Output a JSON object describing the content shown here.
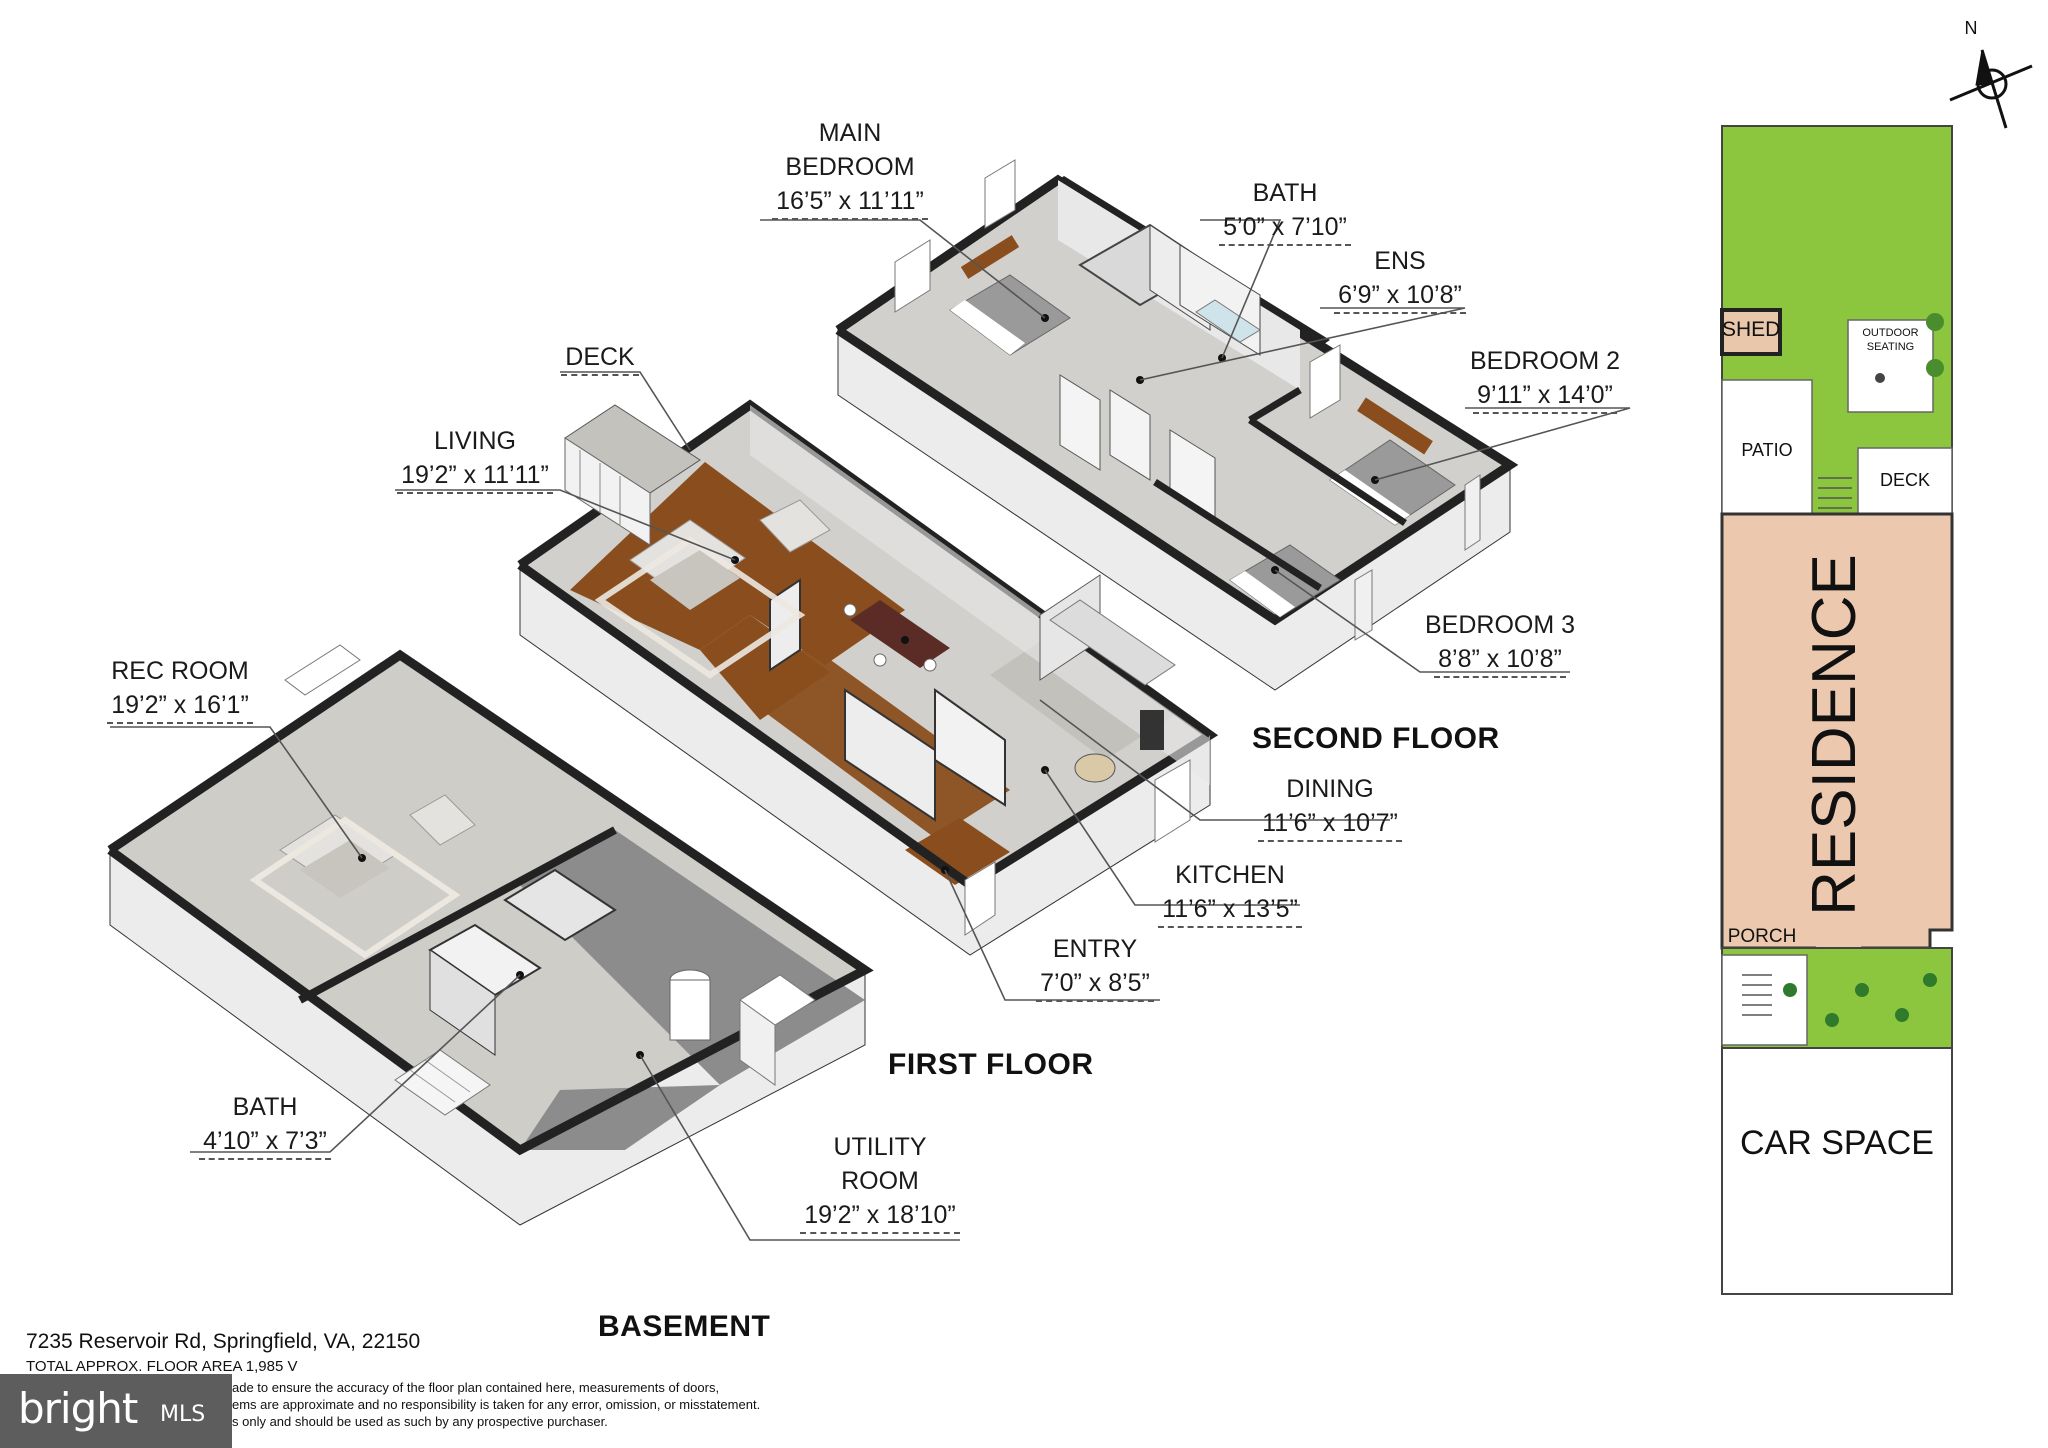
{
  "rooms": {
    "main_bedroom": {
      "name1": "MAIN",
      "name2": "BEDROOM",
      "dim": "16’5” x 11’11”"
    },
    "bath_upper": {
      "name": "BATH",
      "dim": "5’0” x 7’10”"
    },
    "ens": {
      "name": "ENS",
      "dim": "6’9” x 10’8”"
    },
    "bedroom2": {
      "name": "BEDROOM 2",
      "dim": "9’11” x 14’0”"
    },
    "bedroom3": {
      "name": "BEDROOM 3",
      "dim": "8’8” x 10’8”"
    },
    "deck": {
      "name": "DECK"
    },
    "living": {
      "name": "LIVING",
      "dim": "19’2” x 11’11”"
    },
    "dining": {
      "name": "DINING",
      "dim": "11’6” x 10’7”"
    },
    "kitchen": {
      "name": "KITCHEN",
      "dim": "11’6” x 13’5”"
    },
    "entry": {
      "name": "ENTRY",
      "dim": "7’0” x 8’5”"
    },
    "rec_room": {
      "name": "REC ROOM",
      "dim": "19’2” x 16’1”"
    },
    "bath_lower": {
      "name": "BATH",
      "dim": "4’10” x 7’3”"
    },
    "utility": {
      "name1": "UTILITY",
      "name2": "ROOM",
      "dim": "19’2” x 18’10”"
    }
  },
  "floors": {
    "second": "SECOND FLOOR",
    "first": "FIRST FLOOR",
    "basement": "BASEMENT"
  },
  "site_plan": {
    "compass": "N",
    "shed": "SHED",
    "outdoor_seating1": "OUTDOOR",
    "outdoor_seating2": "SEATING",
    "patio": "PATIO",
    "deck": "DECK",
    "residence": "RESIDENCE",
    "porch": "PORCH",
    "car_space": "CAR SPACE"
  },
  "footer": {
    "address": "7235 Reservoir Rd, Springfield, VA, 22150",
    "area": "TOTAL APPROX. FLOOR AREA 1,985 V",
    "disclaimer1": "ade to ensure the accuracy of the floor plan contained here, measurements of doors,",
    "disclaimer2": "ems are approximate and no responsibility is taken for any error, omission, or misstatement.",
    "disclaimer3": "s only and should be used as such by any prospective purchaser."
  },
  "logo": {
    "text": "bright",
    "suffix": "MLS"
  },
  "colors": {
    "wood_floor": "#8a4e1e",
    "wall_top": "#2b2b2b",
    "wall_side": "#e4e4e4",
    "floor_grey": "#c9c7c2",
    "concrete": "#8c8c8c",
    "lawn": "#8cc63f",
    "residence": "#ecc9ae"
  }
}
